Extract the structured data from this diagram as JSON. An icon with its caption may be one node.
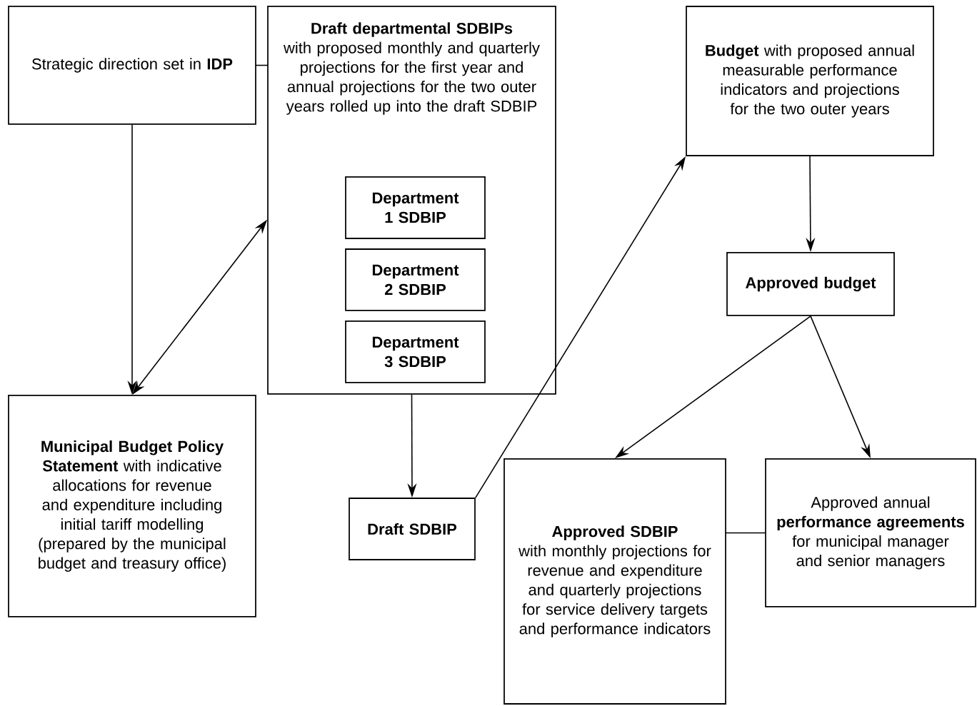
{
  "diagram": {
    "nodes": [
      {
        "text": [
          "Strategic direction set in **IDP**"
        ]
      },
      {
        "text": [
          "Draft departmental SDBIPs",
          "with proposed monthly and quarterly projections for the first year and annual projections for the two outer years rolled up into the draft SDBIP"
        ]
      },
      {
        "text": [
          "Department 1 SDBIP"
        ],
        "in": 1
      },
      {
        "text": [
          "Department 2 SDBIP"
        ],
        "in": 1
      },
      {
        "text": [
          "Department 3 SDBIP"
        ],
        "in": 1
      },
      {
        "text": [
          "**Municipal Budget Policy Statement** with indicative allocations for revenue and expenditure including initial tariff modelling (prepared by the municipal budget and treasury office)"
        ]
      },
      {
        "text": [
          "Draft SDBIP"
        ]
      },
      {
        "text": [
          "**Budget** with proposed annual measurable performance indicators and projections for the two outer years"
        ]
      },
      {
        "text": [
          "Approved budget"
        ]
      },
      {
        "text": [
          "Approved SDBIP",
          "with monthly projections for revenue and expenditure and quarterly projections for service delivery targets and performance indicators"
        ]
      },
      {
        "text": [
          "Approved annual **performance agreements** for municipal manager and senior managers"
        ]
      }
    ],
    "edges": [
      {
        "from": 0,
        "to": 5,
        "arrow": "to"
      },
      {
        "from": 5,
        "to": 1,
        "arrow": "both"
      },
      {
        "from": 0,
        "to": 1,
        "arrow": "none"
      },
      {
        "from": 1,
        "to": 6,
        "arrow": "to"
      },
      {
        "from": 6,
        "to": 7,
        "arrow": "to"
      },
      {
        "from": 7,
        "to": 8,
        "arrow": "to"
      },
      {
        "from": 8,
        "to": 9,
        "arrow": "to"
      },
      {
        "from": 8,
        "to": 10,
        "arrow": "to"
      },
      {
        "from": 9,
        "to": 10,
        "arrow": "none"
      }
    ]
  }
}
